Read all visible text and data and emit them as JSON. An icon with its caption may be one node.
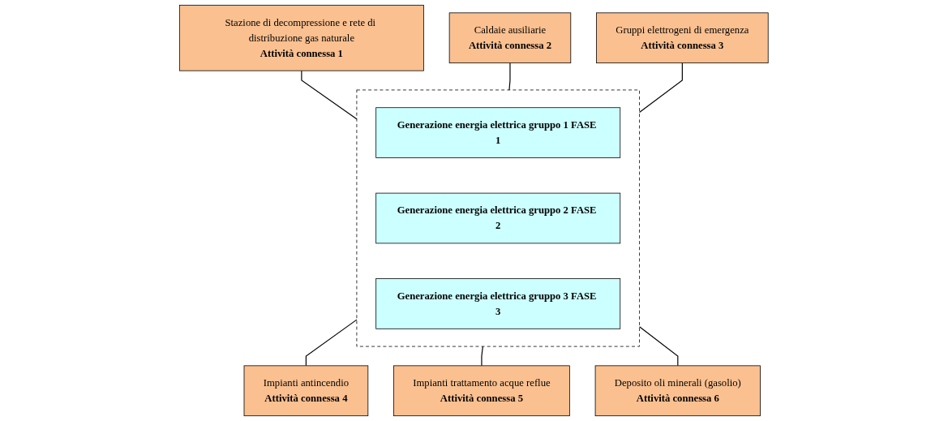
{
  "diagram": {
    "nodes": [
      {
        "text": [
          "Stazione di decompressione e rete di distribuzione gas naturale",
          "Attività connessa 1"
        ]
      },
      {
        "text": [
          "Caldaie ausiliarie",
          "Attività connessa 2"
        ]
      },
      {
        "text": [
          "Gruppi elettrogeni di emergenza",
          "Attività connessa 3"
        ]
      },
      {
        "text": [],
        "shape": "box"
      },
      {
        "text": [
          "Generazione energia elettrica gruppo 1 FASE 1"
        ],
        "in": 3
      },
      {
        "text": [
          "Generazione energia elettrica gruppo 2 FASE 2"
        ],
        "in": 3
      },
      {
        "text": [
          "Generazione energia elettrica gruppo 3 FASE 3"
        ],
        "in": 3
      },
      {
        "text": [
          "Impianti antincendio",
          "Attività connessa 4"
        ]
      },
      {
        "text": [
          "Impianti trattamento acque reflue",
          "Attività connessa 5"
        ]
      },
      {
        "text": [
          "Deposito oli minerali (gasolio)",
          "Attività connessa 6"
        ]
      }
    ],
    "edges": [
      {
        "from": 0,
        "to": 3,
        "arrow": "none"
      },
      {
        "from": 1,
        "to": 3,
        "arrow": "none"
      },
      {
        "from": 2,
        "to": 3,
        "arrow": "none"
      },
      {
        "from": 3,
        "to": 7,
        "arrow": "none"
      },
      {
        "from": 3,
        "to": 8,
        "arrow": "none"
      },
      {
        "from": 3,
        "to": 9,
        "arrow": "none"
      }
    ]
  }
}
